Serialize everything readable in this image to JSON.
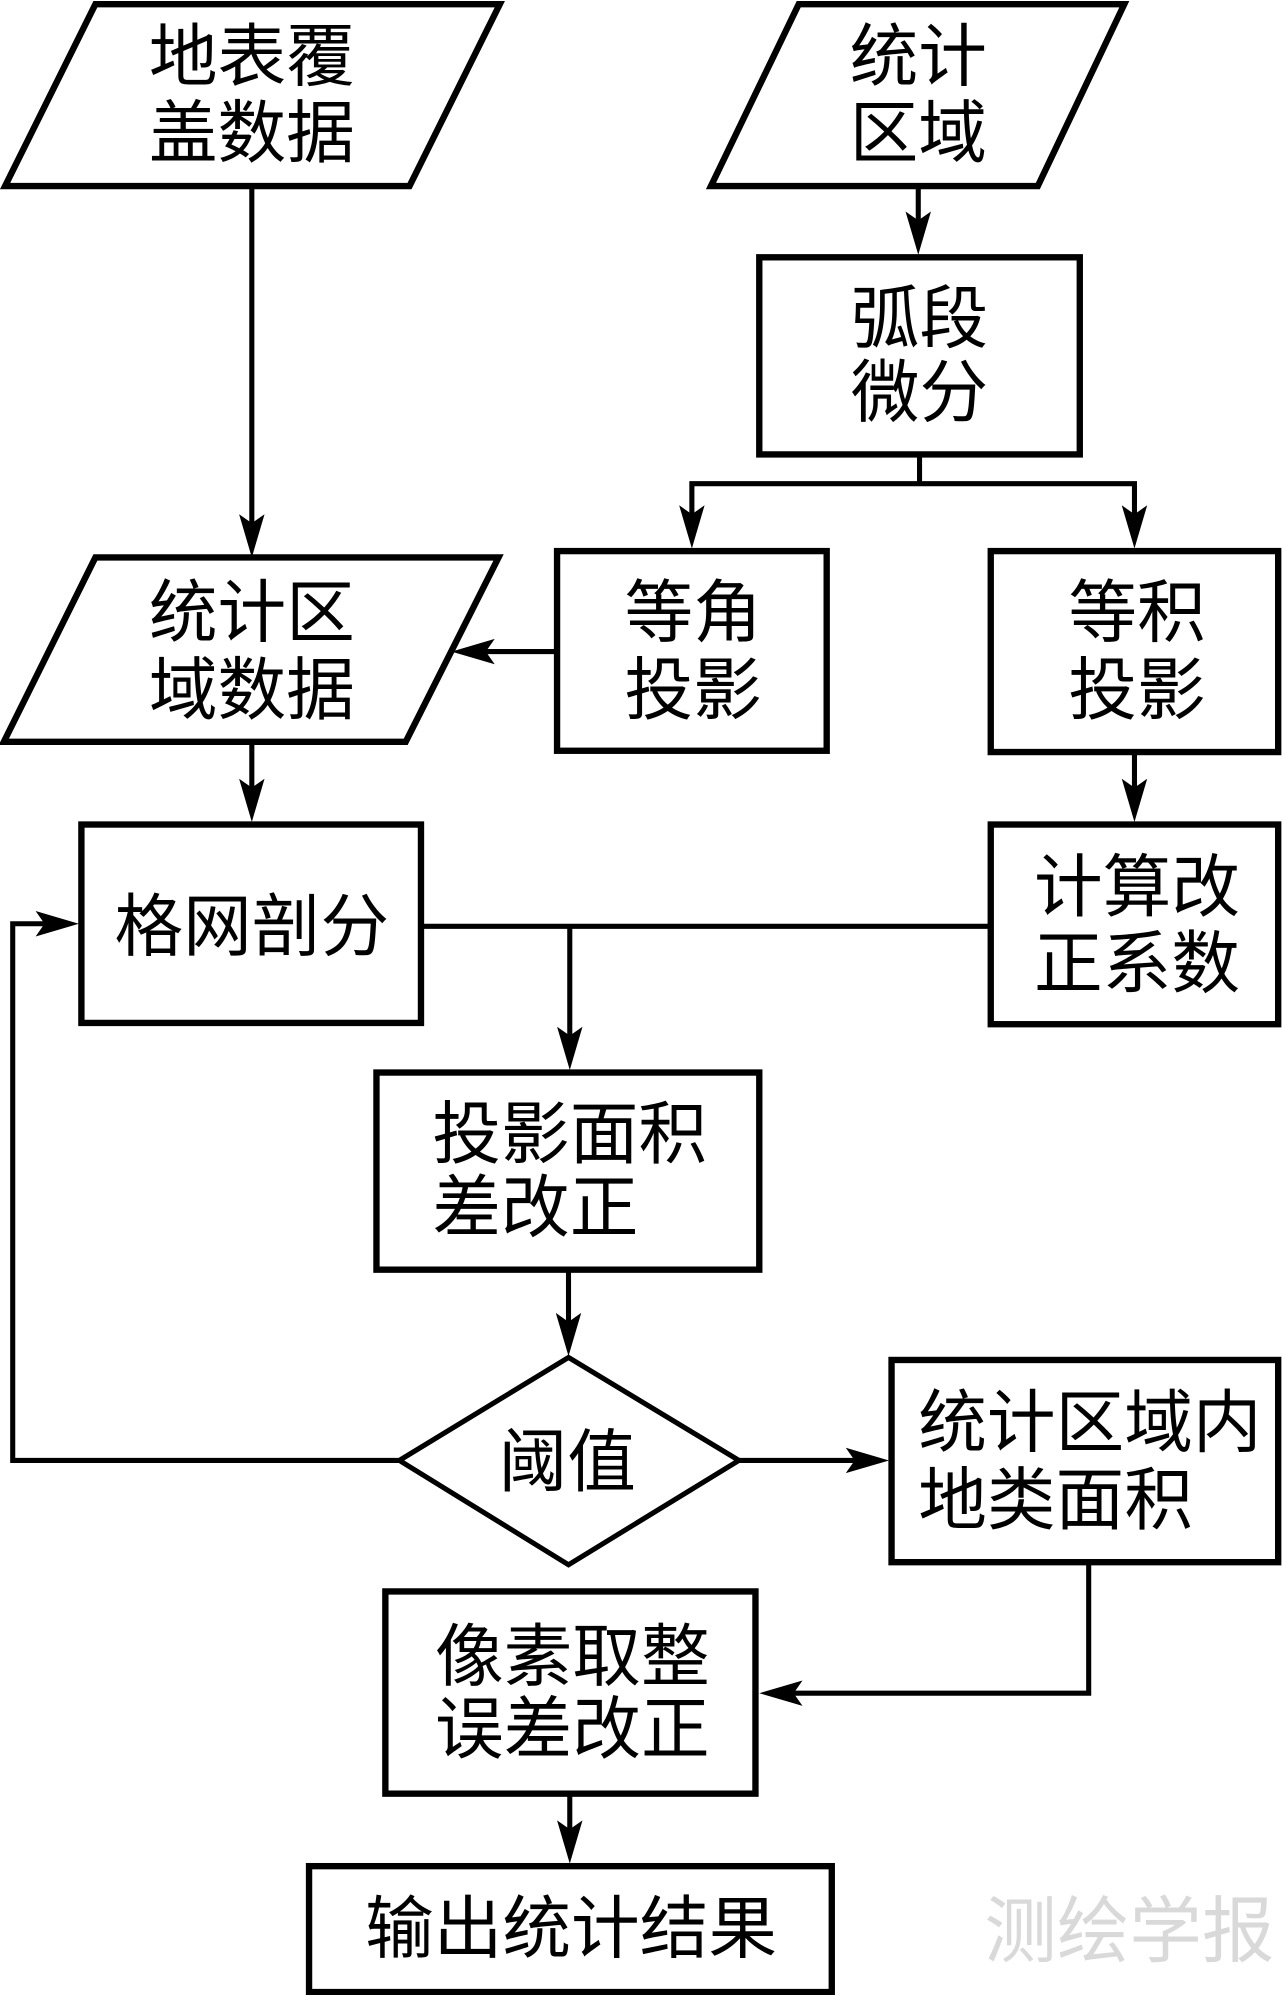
{
  "figure": {
    "type": "flowchart",
    "watermark": "测绘学报",
    "colors": {
      "ink": "#000000",
      "background": "#ffffff",
      "watermark": "#d9d9d9"
    }
  },
  "nodes": [
    {
      "id": "land-cover-data",
      "shape": "parallelogram",
      "lines": [
        "地表覆",
        "盖数据"
      ]
    },
    {
      "id": "statistical-region",
      "shape": "parallelogram",
      "lines": [
        "统计",
        "区域"
      ]
    },
    {
      "id": "arc-segment-differentiation",
      "shape": "rectangle",
      "lines": [
        "弧段",
        "微分"
      ]
    },
    {
      "id": "conformal-projection",
      "shape": "rectangle",
      "lines": [
        "等角",
        "投影"
      ]
    },
    {
      "id": "equal-area-projection",
      "shape": "rectangle",
      "lines": [
        "等积",
        "投影"
      ]
    },
    {
      "id": "region-data",
      "shape": "parallelogram",
      "lines": [
        "统计区",
        "域数据"
      ]
    },
    {
      "id": "grid-partition",
      "shape": "rectangle",
      "lines": [
        "格网剖分"
      ]
    },
    {
      "id": "correction-coefficient",
      "shape": "rectangle",
      "lines": [
        "计算改",
        "正系数"
      ]
    },
    {
      "id": "projection-area-correction",
      "shape": "rectangle",
      "lines": [
        "投影面积",
        "差改正"
      ]
    },
    {
      "id": "threshold",
      "shape": "diamond",
      "lines": [
        "阈值"
      ]
    },
    {
      "id": "land-class-area",
      "shape": "rectangle",
      "lines": [
        "统计区域内",
        "地类面积"
      ]
    },
    {
      "id": "pixel-rounding-correction",
      "shape": "rectangle",
      "lines": [
        "像素取整",
        "误差改正"
      ]
    },
    {
      "id": "output-results",
      "shape": "rectangle",
      "lines": [
        "输出统计结果"
      ]
    }
  ],
  "edges": [
    {
      "from": "land-cover-data",
      "to": "region-data"
    },
    {
      "from": "statistical-region",
      "to": "arc-segment-differentiation"
    },
    {
      "from": "arc-segment-differentiation",
      "to": "conformal-projection"
    },
    {
      "from": "arc-segment-differentiation",
      "to": "equal-area-projection"
    },
    {
      "from": "conformal-projection",
      "to": "region-data"
    },
    {
      "from": "region-data",
      "to": "grid-partition"
    },
    {
      "from": "equal-area-projection",
      "to": "correction-coefficient"
    },
    {
      "from": "grid-partition",
      "to": "projection-area-correction"
    },
    {
      "from": "correction-coefficient",
      "to": "projection-area-correction"
    },
    {
      "from": "projection-area-correction",
      "to": "threshold"
    },
    {
      "from": "threshold",
      "to": "grid-partition",
      "kind": "feedback"
    },
    {
      "from": "threshold",
      "to": "land-class-area"
    },
    {
      "from": "land-class-area",
      "to": "pixel-rounding-correction"
    },
    {
      "from": "pixel-rounding-correction",
      "to": "output-results"
    }
  ]
}
